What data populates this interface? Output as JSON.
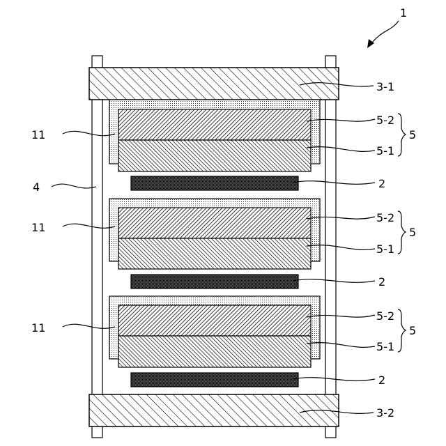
{
  "labels": {
    "device": "1",
    "top_plate": "3-1",
    "bottom_plate": "3-2",
    "rod": "4",
    "plate_2": "2",
    "layer_5_2": "5-2",
    "layer_5_1": "5-1",
    "group_5": "5",
    "wrap_11": "11"
  },
  "units": [
    {
      "wrap": "11",
      "upper": "5-2",
      "lower": "5-1",
      "group": "5",
      "sep": "2"
    },
    {
      "wrap": "11",
      "upper": "5-2",
      "lower": "5-1",
      "group": "5",
      "sep": "2"
    },
    {
      "wrap": "11",
      "upper": "5-2",
      "lower": "5-1",
      "group": "5",
      "sep": "2"
    }
  ]
}
